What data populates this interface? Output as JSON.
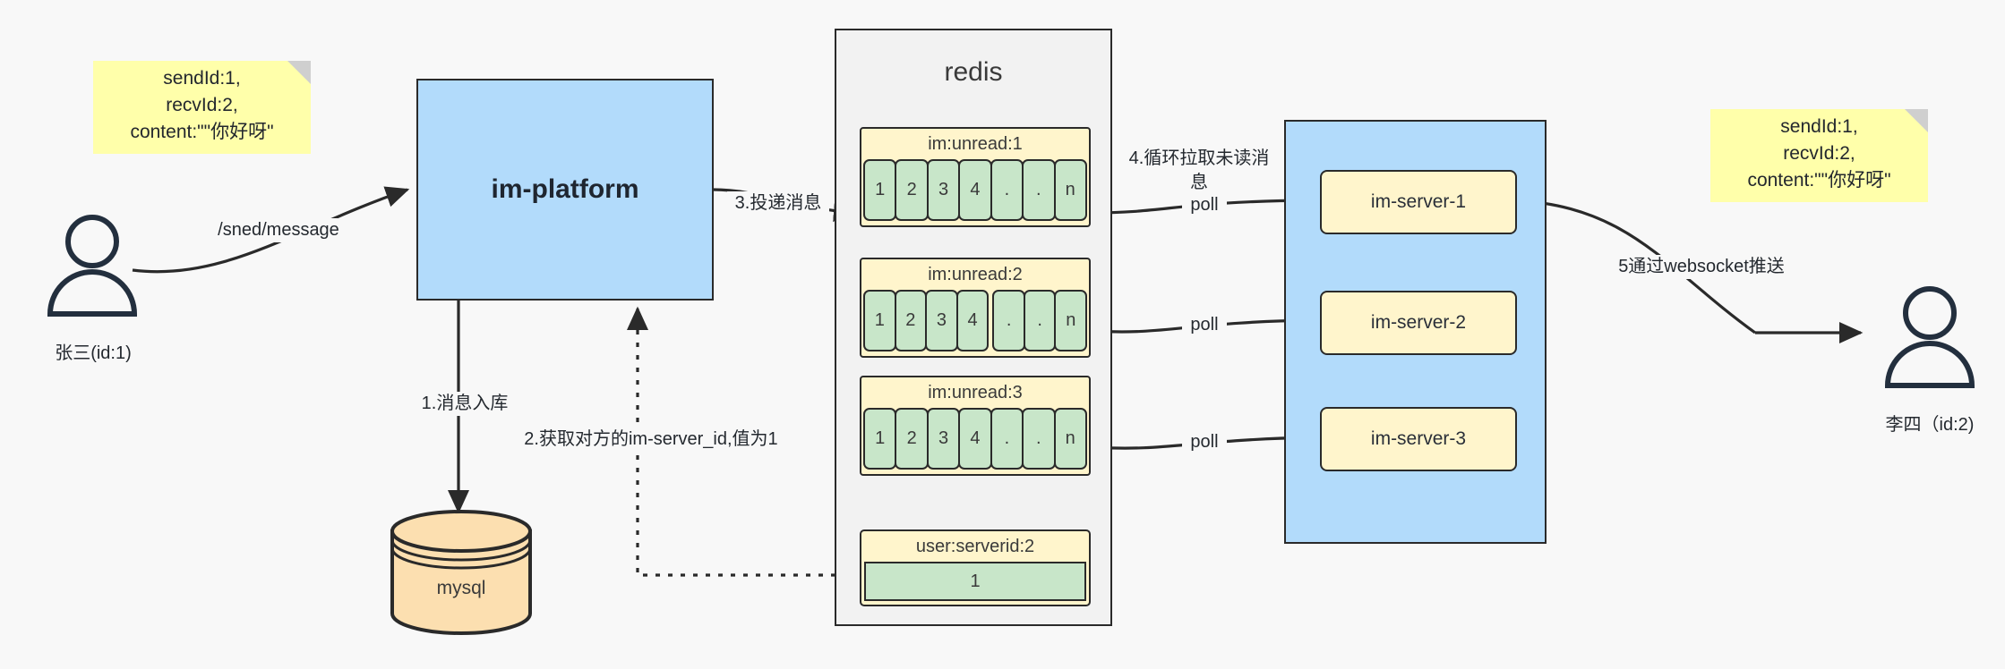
{
  "diagram": {
    "title": "IM message flow architecture",
    "colors": {
      "background": "#f8f8f8",
      "note": "#ffffaa",
      "blue": "#b2dbfb",
      "yellow": "#fff5cc",
      "green": "#c8e6c9",
      "orange": "#fcdfb0",
      "stroke": "#2a2a2a"
    }
  },
  "notes": {
    "left": "sendId:1,\nrecvId:2,\ncontent:\"\"你好呀\"",
    "right": "sendId:1,\nrecvId:2,\ncontent:\"\"你好呀\""
  },
  "actors": {
    "sender": {
      "label": "张三(id:1)",
      "icon": "user-icon"
    },
    "receiver": {
      "label": "李四（id:2)",
      "icon": "user-icon"
    }
  },
  "platform": {
    "label": "im-platform"
  },
  "database": {
    "label": "mysql",
    "icon": "database-cylinder-icon"
  },
  "redis": {
    "title": "redis",
    "queues": [
      {
        "key": "im:unread:1",
        "cells": [
          "1",
          "2",
          "3",
          "4",
          ".",
          ".",
          "n"
        ]
      },
      {
        "key": "im:unread:2",
        "cells": [
          "1",
          "2",
          "3",
          "4",
          ".",
          ".",
          "n"
        ]
      },
      {
        "key": "im:unread:3",
        "cells": [
          "1",
          "2",
          "3",
          "4",
          ".",
          ".",
          "n"
        ]
      }
    ],
    "kv": {
      "key": "user:serverid:2",
      "value": "1"
    }
  },
  "servers": {
    "items": [
      {
        "label": "im-server-1"
      },
      {
        "label": "im-server-2"
      },
      {
        "label": "im-server-3"
      }
    ]
  },
  "edges": {
    "send_message": "/sned/message",
    "step1": "1.消息入库",
    "step2": "2.获取对方的im-server_id,值为1",
    "step3": "3.投递消息",
    "step4": "4.循环拉取未读消\n息",
    "poll1": "poll",
    "poll2": "poll",
    "poll3": "poll",
    "step5": "5通过websocket推送"
  }
}
